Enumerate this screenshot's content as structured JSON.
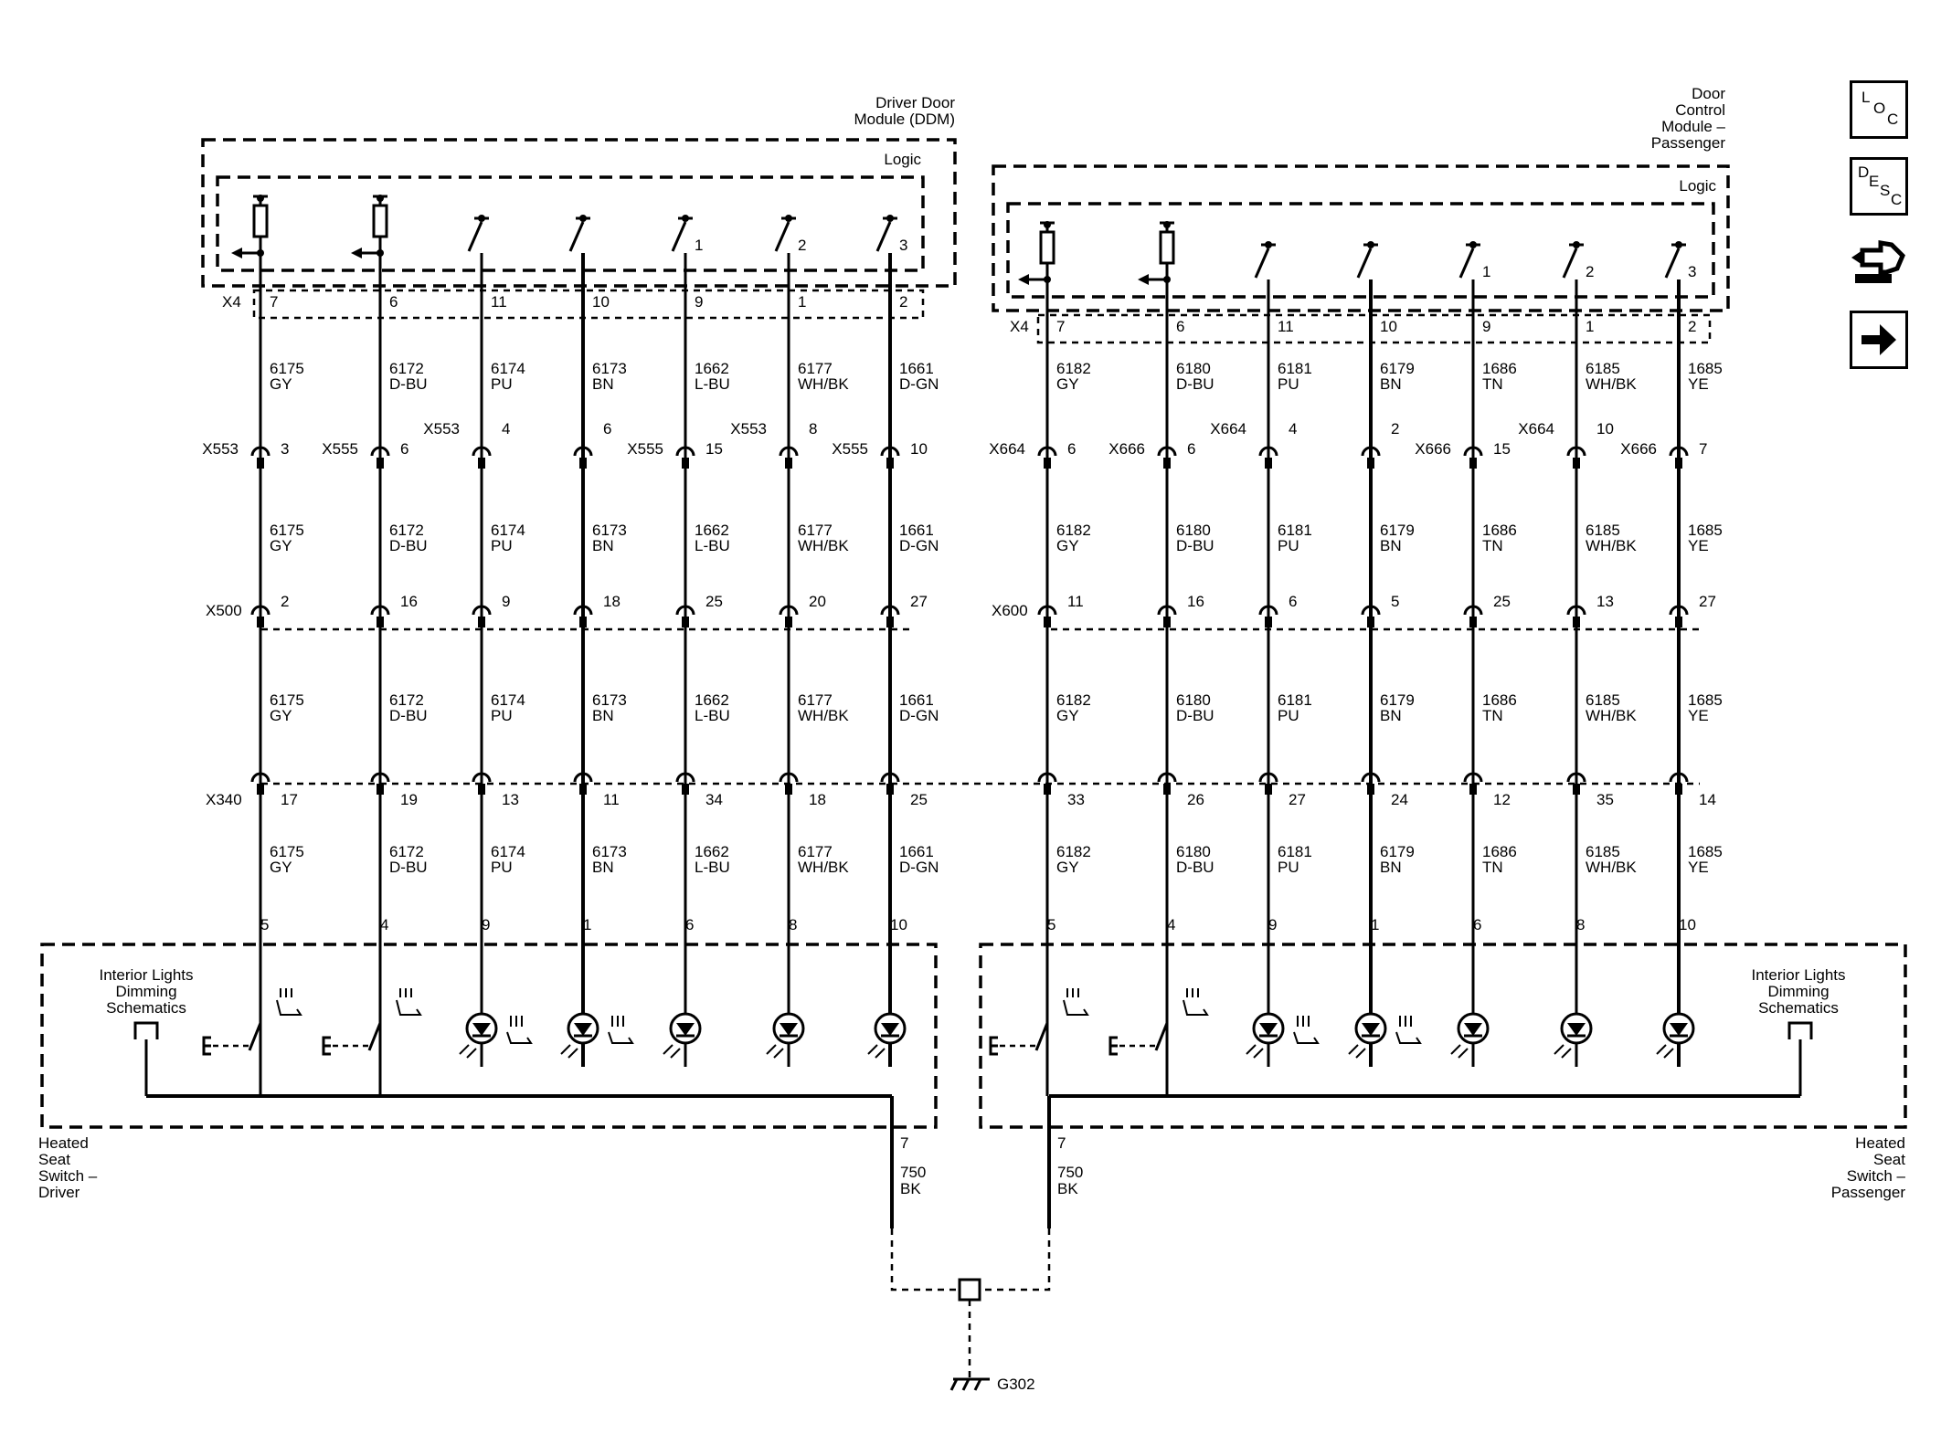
{
  "modules": {
    "ddm": {
      "title_line1": "Driver Door",
      "title_line2": "Module (DDM)",
      "logic": "Logic",
      "connector": "X4"
    },
    "dcm": {
      "title_line1": "Door",
      "title_line2": "Control",
      "title_line3": "Module –",
      "title_line4": "Passenger",
      "logic": "Logic",
      "connector": "X4"
    }
  },
  "switches": {
    "driver": {
      "line1": "Heated",
      "line2": "Seat",
      "line3": "Switch –",
      "line4": "Driver",
      "dim1": "Interior Lights",
      "dim2": "Dimming",
      "dim3": "Schematics"
    },
    "passenger": {
      "line1": "Heated",
      "line2": "Seat",
      "line3": "Switch –",
      "line4": "Passenger",
      "dim1": "Interior Lights",
      "dim2": "Dimming",
      "dim3": "Schematics"
    }
  },
  "left_columns": [
    {
      "x4pin": "7",
      "circuit": "6175",
      "color": "GY",
      "inline1": "X553",
      "inline1pin": "3",
      "x500": "2",
      "x340": "17",
      "swpin": "5"
    },
    {
      "x4pin": "6",
      "circuit": "6172",
      "color": "D-BU",
      "inline1": "X555",
      "inline1pin": "6",
      "x500": "16",
      "x340": "19",
      "swpin": "4"
    },
    {
      "x4pin": "11",
      "circuit": "6174",
      "color": "PU",
      "inline1": "X553",
      "inline1pin": "4",
      "x500": "9",
      "x340": "13",
      "swpin": "9"
    },
    {
      "x4pin": "10",
      "circuit": "6173",
      "color": "BN",
      "inline1": "",
      "inline1pin": "6",
      "x500": "18",
      "x340": "11",
      "swpin": "1"
    },
    {
      "x4pin": "9",
      "circuit": "1662",
      "color": "L-BU",
      "inline1": "X555",
      "inline1pin": "15",
      "x500": "25",
      "x340": "34",
      "swpin": "6"
    },
    {
      "x4pin": "1",
      "circuit": "6177",
      "color": "WH/BK",
      "inline1": "X553",
      "inline1pin": "8",
      "x500": "20",
      "x340": "18",
      "swpin": "8"
    },
    {
      "x4pin": "2",
      "circuit": "1661",
      "color": "D-GN",
      "inline1": "X555",
      "inline1pin": "10",
      "x500": "27",
      "x340": "25",
      "swpin": "10"
    }
  ],
  "right_columns": [
    {
      "x4pin": "7",
      "circuit": "6182",
      "color": "GY",
      "inline1": "X664",
      "inline1pin": "6",
      "x500": "11",
      "x340": "33",
      "swpin": "5"
    },
    {
      "x4pin": "6",
      "circuit": "6180",
      "color": "D-BU",
      "inline1": "X666",
      "inline1pin": "6",
      "x500": "16",
      "x340": "26",
      "swpin": "4"
    },
    {
      "x4pin": "11",
      "circuit": "6181",
      "color": "PU",
      "inline1": "X664",
      "inline1pin": "4",
      "x500": "6",
      "x340": "27",
      "swpin": "9"
    },
    {
      "x4pin": "10",
      "circuit": "6179",
      "color": "BN",
      "inline1": "",
      "inline1pin": "2",
      "x500": "5",
      "x340": "24",
      "swpin": "1"
    },
    {
      "x4pin": "9",
      "circuit": "1686",
      "color": "TN",
      "inline1": "X666",
      "inline1pin": "15",
      "x500": "25",
      "x340": "12",
      "swpin": "6"
    },
    {
      "x4pin": "1",
      "circuit": "6185",
      "color": "WH/BK",
      "inline1": "X664",
      "inline1pin": "10",
      "x500": "13",
      "x340": "35",
      "swpin": "8"
    },
    {
      "x4pin": "2",
      "circuit": "1685",
      "color": "YE",
      "inline1": "X666",
      "inline1pin": "7",
      "x500": "27",
      "x340": "14",
      "swpin": "10"
    }
  ],
  "logic_pin_labels": [
    "1",
    "2",
    "3"
  ],
  "connectors": {
    "x500_left": "X500",
    "x500_right": "X600",
    "x340": "X340"
  },
  "ground": {
    "left": {
      "pin": "7",
      "circuit": "750",
      "color": "BK"
    },
    "right": {
      "pin": "7",
      "circuit": "750",
      "color": "BK"
    },
    "label": "G302"
  },
  "nav_icons": [
    "loc-icon",
    "desc-icon",
    "harness-icon",
    "next-arrow-icon"
  ],
  "nav": {
    "loc": [
      "L",
      "O",
      "C"
    ],
    "desc": [
      "D",
      "E",
      "S",
      "C"
    ]
  }
}
